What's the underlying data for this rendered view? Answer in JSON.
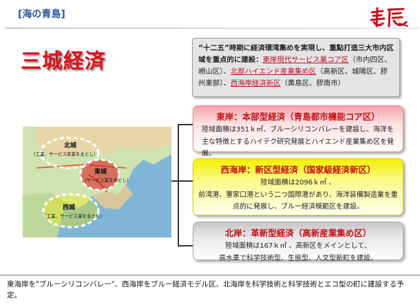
{
  "header": {
    "title": "[海の青島]",
    "logo_text": "青島",
    "colors": {
      "title": "#2a55a0",
      "logo": "#c4121c"
    }
  },
  "main_title": "三城経済",
  "intro": {
    "lead": "“十二五”時期に経済環湾集めを実現し、重點打造三大市内区域を重点的に建設：",
    "link1": "東岸現代サービス業コア区",
    "text1": "（市内四区、嶗山区）、",
    "link2": "北部ハイエンド産業集め区",
    "text2": "（高新区、城陽区、膠州東部）、",
    "link3": "西海岸経済新区",
    "text3": "（黄島区、膠南市）"
  },
  "map": {
    "north_label": "北城",
    "north_sub": "（工業、サービス産業を主とし）",
    "east_label": "東城",
    "east_sub": "（サービス業を主とし）",
    "west_label": "西城",
    "west_sub": "（工業、サービス業を主とし）"
  },
  "cards": {
    "east": {
      "title": "東岸：本部型経済（青島都市機能コア区）",
      "body": "陸域面積は351ｋ㎡、ブルーシリコンバレーを建設し、海洋を主な特徴とするハイテク研究発展とハイエンド産業集め区を発展。"
    },
    "west": {
      "title": "西海岸：新区型経済（国家級経済新区）",
      "line1": "陸域面積は2096ｋ㎡ 、",
      "line2": "前湾港、董家口港という二つ国際港があり、海洋装備製造業を重点的に発展し、ブルー経済模範区を建設。"
    },
    "north": {
      "title": "北岸：革新型経済（高新産業集め区）",
      "line1": "陸域面積は167ｋ㎡ 、高新区をメインとして、",
      "line2": "高水準で科学技術型、生態型、人文型新町を建設。"
    }
  },
  "footer": {
    "text": "東海岸を\"ブルーシリコンバレー\"、西海岸をブルー経済モデル区、北海岸を科学技術と科学技術とエコ型の町に建設する予定。"
  }
}
